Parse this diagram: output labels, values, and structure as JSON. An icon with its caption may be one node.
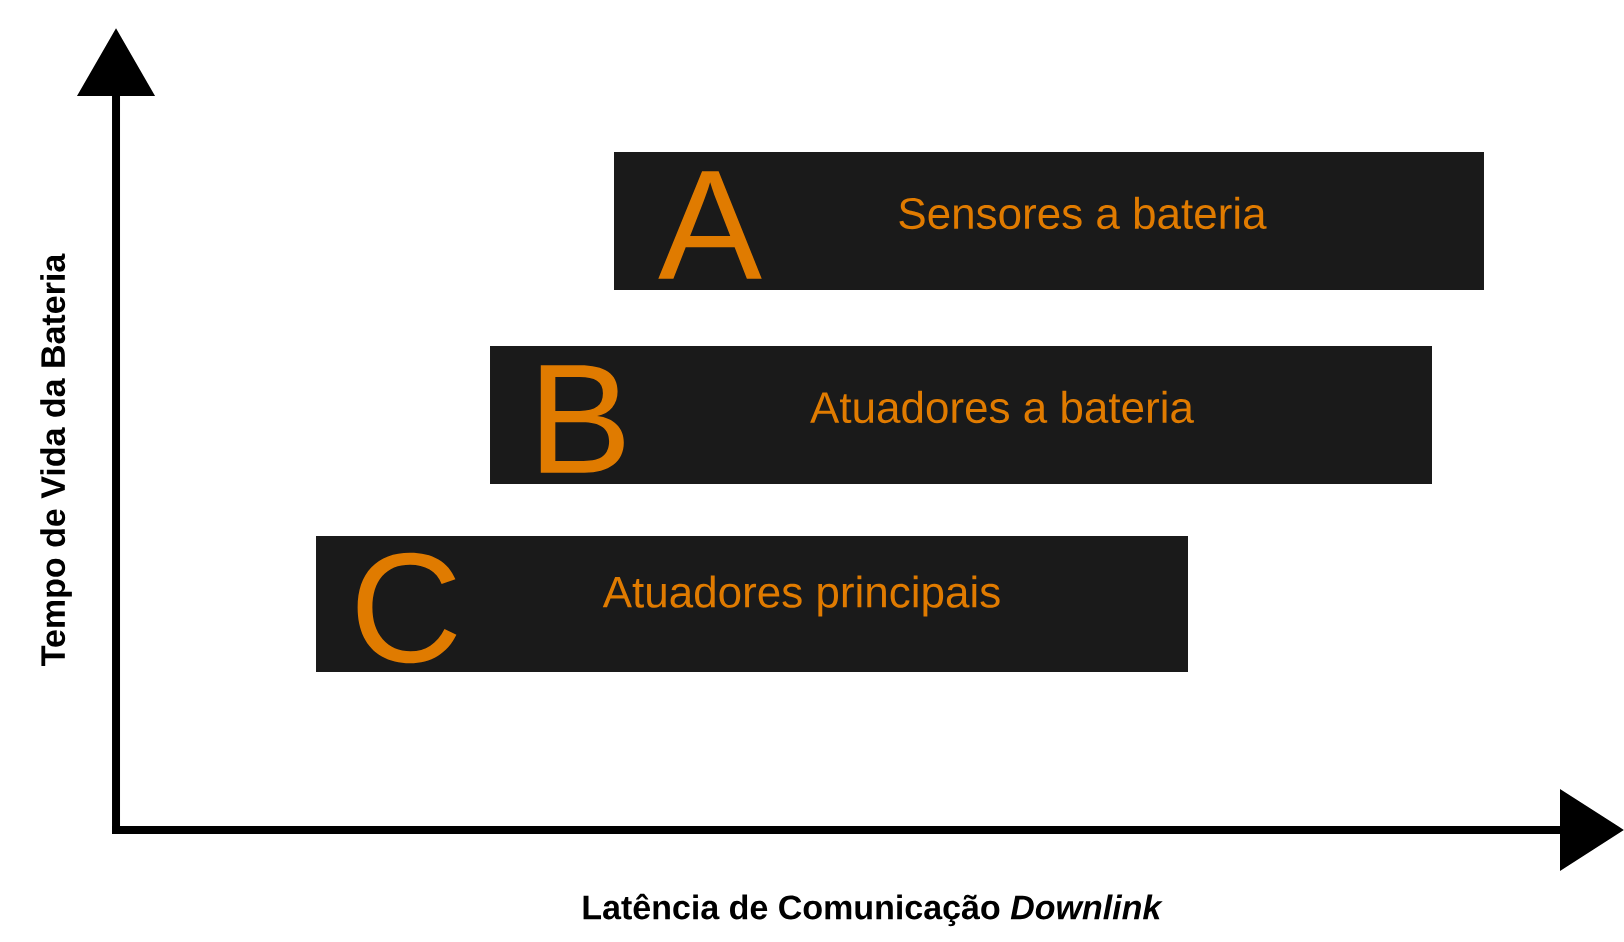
{
  "diagram": {
    "nodes": [
      {
        "text": [
          "A",
          "Sensores a bateria"
        ]
      },
      {
        "text": [
          "B",
          "Atuadores a bateria"
        ]
      },
      {
        "text": [
          "C",
          "Atuadores principais"
        ]
      }
    ],
    "labels": [
      "Tempo de Vida da Bateria",
      "Latência de Comunicação *Downlink*"
    ]
  }
}
